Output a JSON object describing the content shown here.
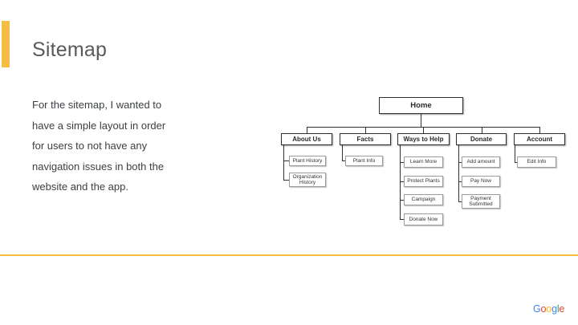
{
  "accent_color": "#F5BD41",
  "slide": {
    "title": "Sitemap",
    "body_lines": [
      "For the sitemap, I wanted to",
      "have a simple layout in order",
      "for users to not have any",
      "navigation issues in both the",
      "website and the app."
    ]
  },
  "sitemap": {
    "root": {
      "label": "Home"
    },
    "sections": [
      {
        "label": "About Us",
        "children": [
          "Plant History",
          "Organization History"
        ]
      },
      {
        "label": "Facts",
        "children": [
          "Plant Info"
        ]
      },
      {
        "label": "Ways to Help",
        "children": [
          "Learn More",
          "Protect Plants",
          "Campaign",
          "Donate Now"
        ]
      },
      {
        "label": "Donate",
        "children": [
          "Add amount",
          "Pay Now",
          "Payment Submitted"
        ]
      },
      {
        "label": "Account",
        "children": [
          "Edit Info"
        ]
      }
    ]
  },
  "footer": {
    "logo_letters": [
      {
        "char": "G",
        "color": "#4285F4"
      },
      {
        "char": "o",
        "color": "#EA4335"
      },
      {
        "char": "o",
        "color": "#FBBC05"
      },
      {
        "char": "g",
        "color": "#4285F4"
      },
      {
        "char": "l",
        "color": "#34A853"
      },
      {
        "char": "e",
        "color": "#EA4335"
      }
    ]
  }
}
